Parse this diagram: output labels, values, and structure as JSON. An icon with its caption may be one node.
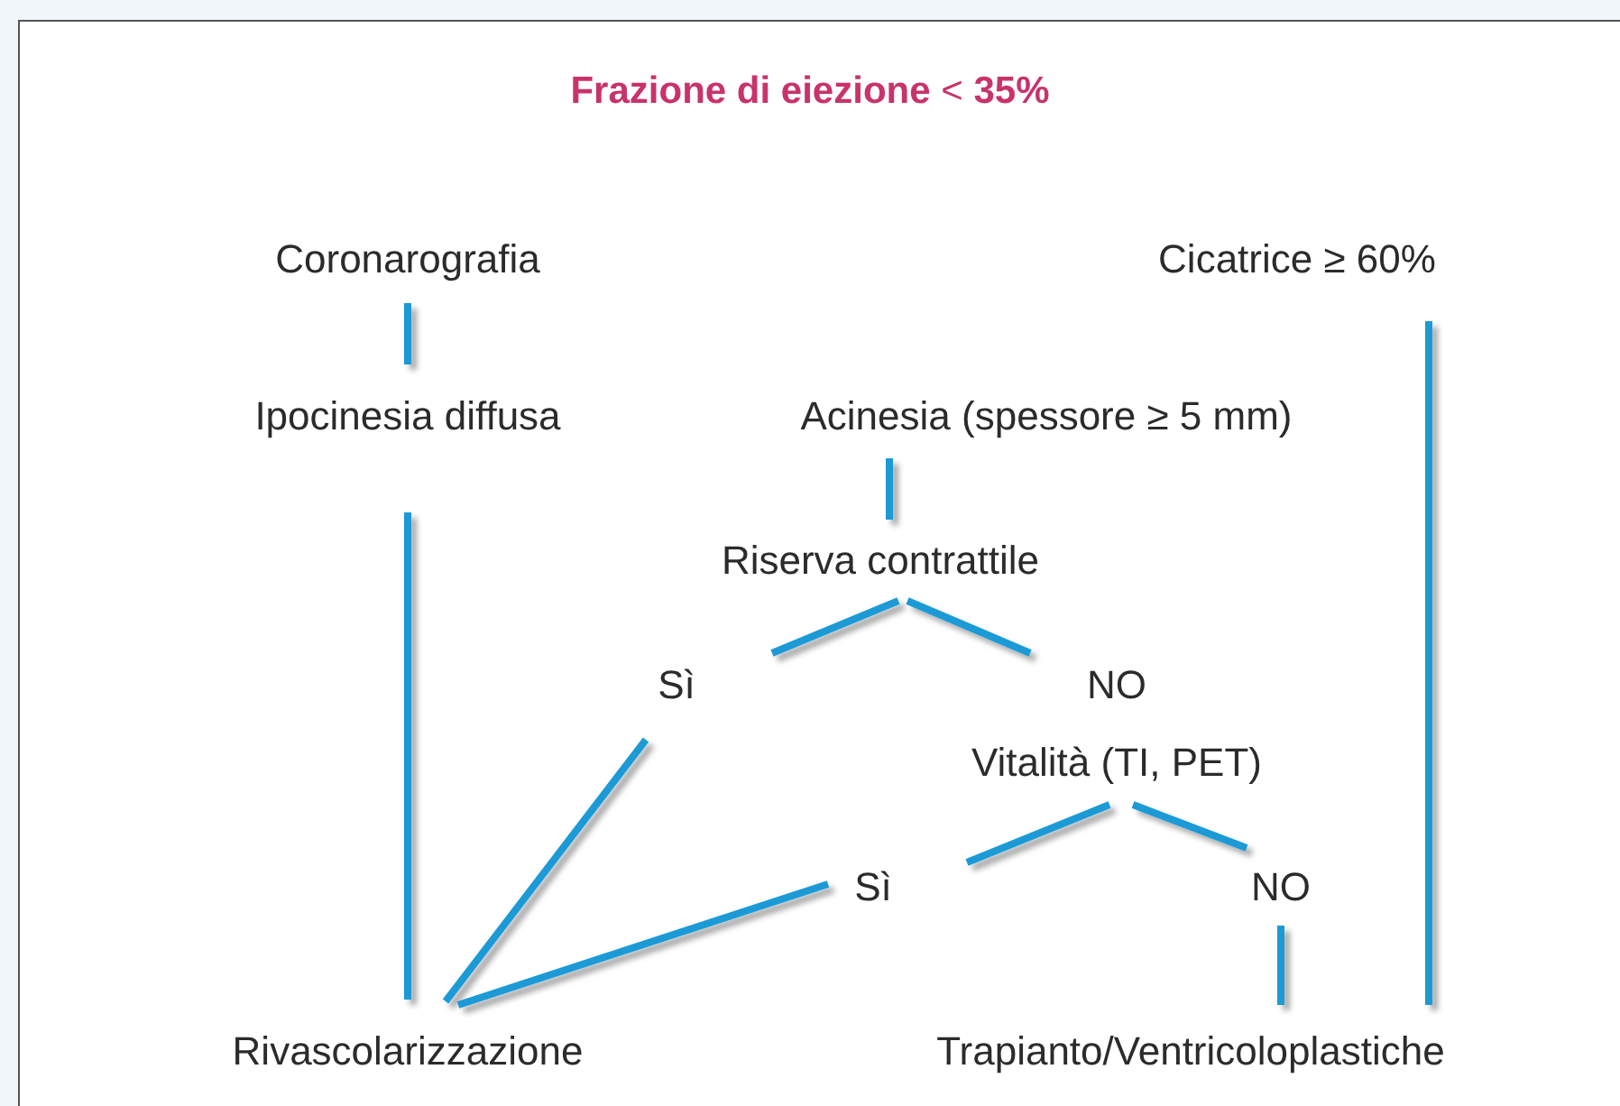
{
  "diagram": {
    "title": "**Frazione di eiezione** < **35%**",
    "nodes": [
      {
        "text": [
          "Coronarografia"
        ]
      },
      {
        "text": [
          "Cicatrice ≥ 60%"
        ]
      },
      {
        "text": [
          "Ipocinesia diffusa"
        ]
      },
      {
        "text": [
          "Acinesia (spessore ≥ 5 mm)"
        ]
      },
      {
        "text": [
          "Riserva contrattile"
        ]
      },
      {
        "text": [
          "Sì"
        ]
      },
      {
        "text": [
          "NO"
        ]
      },
      {
        "text": [
          "Vitalità (TI, PET)"
        ]
      },
      {
        "text": [
          "Sì"
        ]
      },
      {
        "text": [
          "NO"
        ]
      },
      {
        "text": [
          "Rivascolarizzazione"
        ]
      },
      {
        "text": [
          "Trapianto/Ventricoloplastiche"
        ]
      }
    ],
    "edges": [
      {
        "from": 0,
        "to": 2,
        "arrow": "none"
      },
      {
        "from": 2,
        "to": 10,
        "arrow": "none"
      },
      {
        "from": 3,
        "to": 4,
        "arrow": "none"
      },
      {
        "from": 4,
        "to": 5,
        "arrow": "none"
      },
      {
        "from": 4,
        "to": 6,
        "arrow": "none"
      },
      {
        "from": 5,
        "to": 10,
        "arrow": "none"
      },
      {
        "from": 8,
        "to": 10,
        "arrow": "none"
      },
      {
        "from": 7,
        "to": 8,
        "arrow": "none"
      },
      {
        "from": 7,
        "to": 9,
        "arrow": "none"
      },
      {
        "from": 9,
        "to": 11,
        "arrow": "none"
      },
      {
        "from": 1,
        "to": 11,
        "arrow": "none"
      }
    ]
  }
}
